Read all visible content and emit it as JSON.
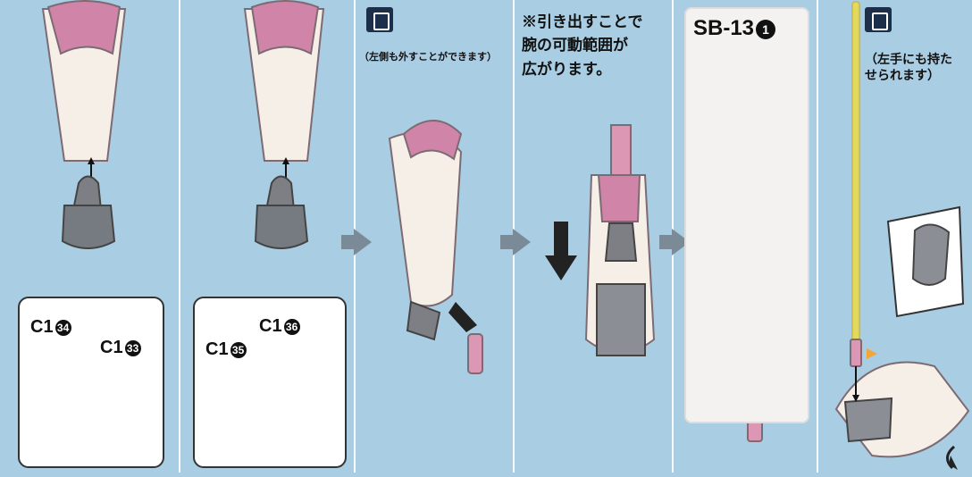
{
  "panels": [
    {
      "label_primary": "C1",
      "num_primary": "34",
      "label_secondary": "C1",
      "num_secondary": "33"
    },
    {
      "label_primary": "C1",
      "num_primary": "36",
      "label_secondary": "C1",
      "num_secondary": "35"
    }
  ],
  "notes": {
    "left_side_removable": "（左側も外すことができます）",
    "extend_range": "※引き出すことで\n腕の可動範囲が\n広がります。",
    "left_hand_hold": "（左手にも持た\nせられます）",
    "sb_label": "SB-13",
    "sb_num": "1"
  },
  "icons": {
    "panel3_icon": "separate-icon",
    "panel6_icon": "hand-icon"
  }
}
